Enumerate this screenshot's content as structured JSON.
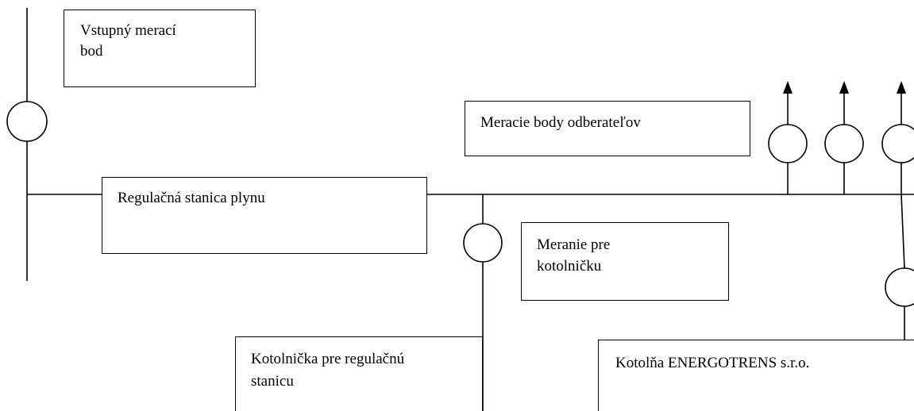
{
  "diagram": {
    "nodes": {
      "entry_point": {
        "line1": "Vstupný merací",
        "line2": "bod"
      },
      "consumer_points": {
        "text": "Meracie body odberateľov"
      },
      "regulation_station": {
        "text": "Regulačná stanica plynu"
      },
      "boiler_measurement": {
        "line1": "Meranie pre",
        "line2": "kotolničku"
      },
      "station_boiler": {
        "line1": "Kotolnička pre regulačnú",
        "line2": "stanicu"
      },
      "energotrens_boiler": {
        "text": "Kotolňa ENERGOTRENS s.r.o."
      }
    },
    "meters": [
      "entry-meter",
      "boiler-meter",
      "consumer-meter-1",
      "consumer-meter-2",
      "consumer-meter-3",
      "energotrens-meter"
    ],
    "line_color": "#000000"
  }
}
